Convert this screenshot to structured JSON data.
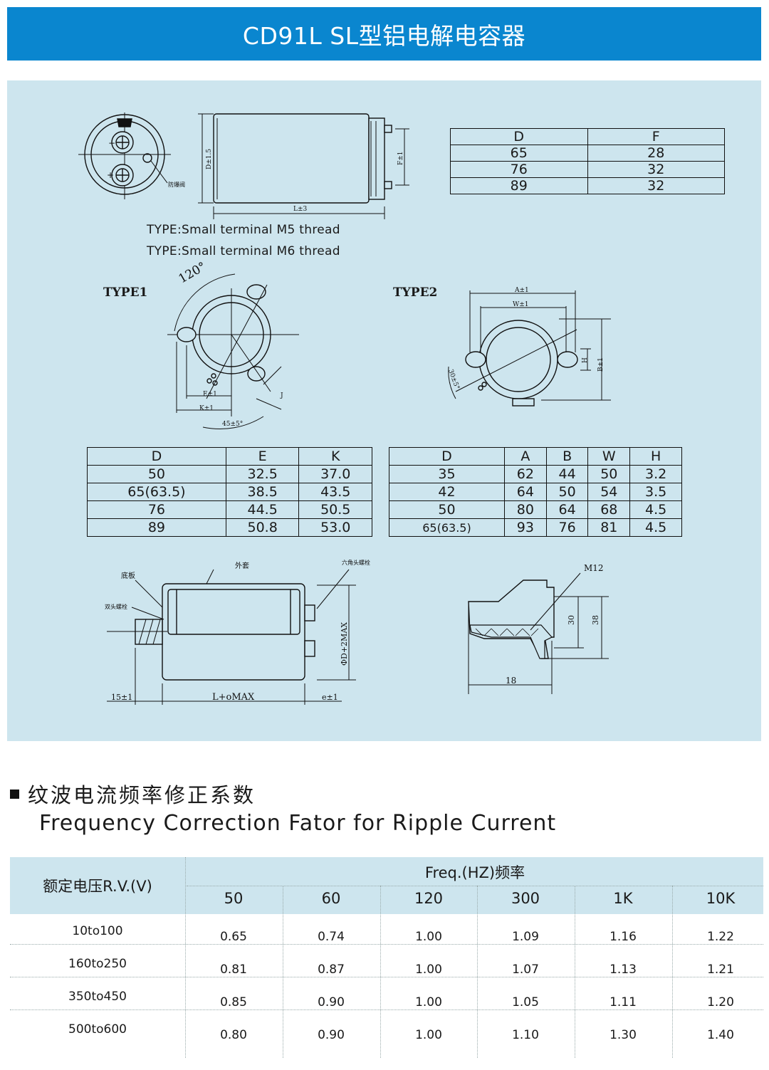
{
  "header": {
    "title": "CD91L SL型铝电解电容器"
  },
  "drawing": {
    "relief_valve_label": "防爆阀",
    "d_dim": "D±1.5",
    "l_dim": "L±3",
    "f_dim": "F±1",
    "type_lines": [
      "TYPE:Small terminal M5 thread",
      "TYPE:Small terminal M6 thread"
    ],
    "type1_label": "TYPE1",
    "type2_label": "TYPE2",
    "angle_120": "120°",
    "e_dim": "E±1",
    "k_dim": "K±1",
    "angle_45": "45±5°",
    "j_dim": "J",
    "a_dim": "A±1",
    "w_dim": "W±1",
    "b_dim": "B±1",
    "h_dim": "H",
    "angle_30": "30±5°",
    "bottom_plate": "底板",
    "outer_sleeve": "外套",
    "stud_bolt": "双头螺栓",
    "hex_bolt": "六角头螺栓",
    "phi_dim": "ΦD+2MAX",
    "len_15": "15±1",
    "len_l": "L+oMAX",
    "len_e": "e±1",
    "m12": "M12",
    "dim_30": "30",
    "dim_38": "38",
    "dim_18": "18"
  },
  "table_df": {
    "headers": [
      "D",
      "F"
    ],
    "rows": [
      [
        "65",
        "28"
      ],
      [
        "76",
        "32"
      ],
      [
        "89",
        "32"
      ]
    ]
  },
  "table_dek": {
    "headers": [
      "D",
      "E",
      "K"
    ],
    "rows": [
      [
        "50",
        "32.5",
        "37.0"
      ],
      [
        "65(63.5)",
        "38.5",
        "43.5"
      ],
      [
        "76",
        "44.5",
        "50.5"
      ],
      [
        "89",
        "50.8",
        "53.0"
      ]
    ]
  },
  "table_dabwh": {
    "headers": [
      "D",
      "A",
      "B",
      "W",
      "H"
    ],
    "rows": [
      [
        "35",
        "62",
        "44",
        "50",
        "3.2"
      ],
      [
        "42",
        "64",
        "50",
        "54",
        "3.5"
      ],
      [
        "50",
        "80",
        "64",
        "68",
        "4.5"
      ],
      [
        "65(63.5)",
        "93",
        "76",
        "81",
        "4.5"
      ]
    ]
  },
  "section": {
    "title_cn": "纹波电流频率修正系数",
    "title_en": "Frequency Correction Fator for  Ripple Current"
  },
  "freq_table": {
    "rv_header": "额定电压R.V.(V)",
    "freq_header": "Freq.(HZ)频率",
    "freqs": [
      "50",
      "60",
      "120",
      "300",
      "1K",
      "10K"
    ],
    "rows": [
      {
        "rv": "10to100",
        "values": [
          "0.65",
          "0.74",
          "1.00",
          "1.09",
          "1.16",
          "1.22"
        ]
      },
      {
        "rv": "160to250",
        "values": [
          "0.81",
          "0.87",
          "1.00",
          "1.07",
          "1.13",
          "1.21"
        ]
      },
      {
        "rv": "350to450",
        "values": [
          "0.85",
          "0.90",
          "1.00",
          "1.05",
          "1.11",
          "1.20"
        ]
      },
      {
        "rv": "500to600",
        "values": [
          "0.80",
          "0.90",
          "1.00",
          "1.10",
          "1.30",
          "1.40"
        ]
      }
    ]
  }
}
